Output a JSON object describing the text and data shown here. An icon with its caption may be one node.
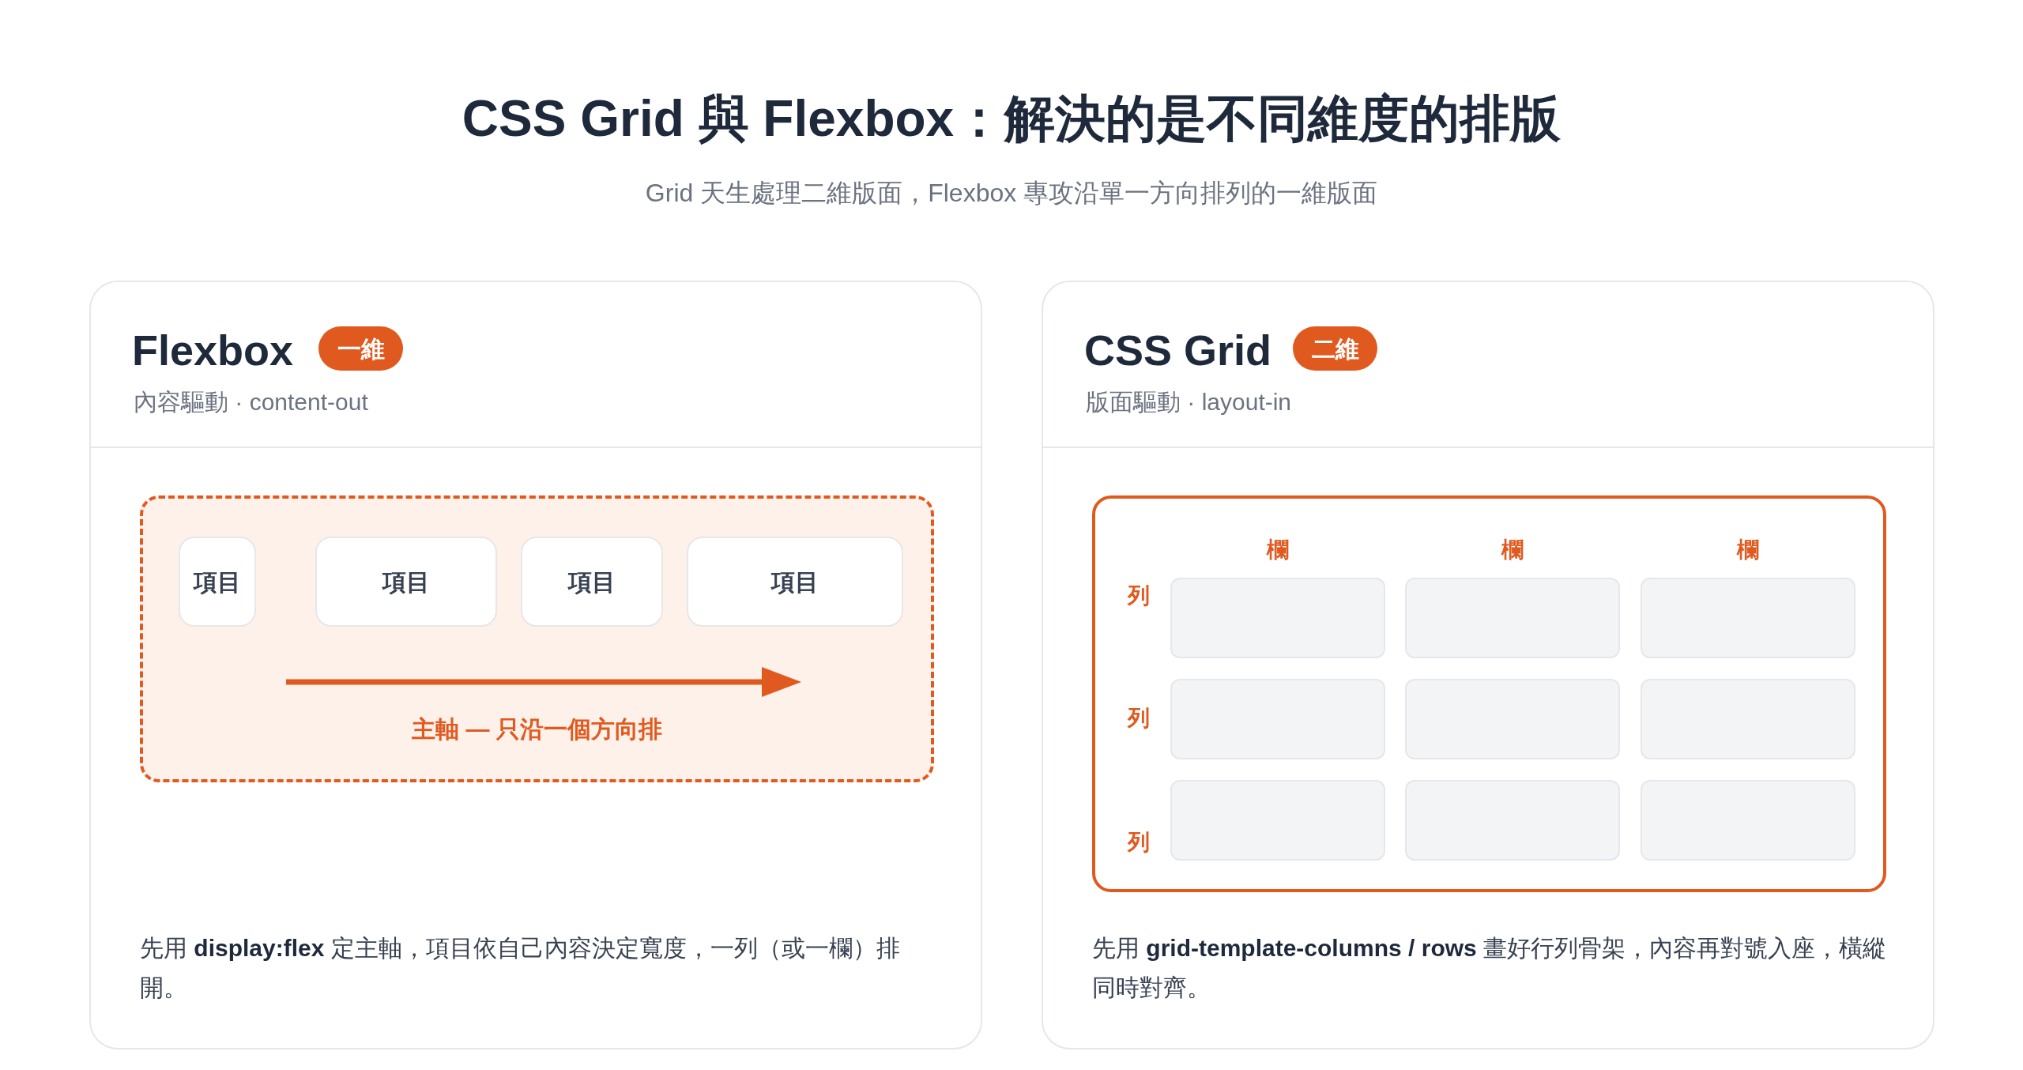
{
  "diagram": {
    "title": "CSS Grid 與 Flexbox：解決的是不同維度的排版",
    "caption": "Grid 天生處理二維版面，Flexbox 專攻沿單一方向排列的一維版面",
    "nodes": [
      {
        "text": [
          "Flexbox",
          "內容驅動 · content-out",
          "先用 **display:flex** 定主軸，項目依自己內容決定寬度，一列（或一欄）排開。"
        ]
      },
      {
        "text": [
          "一維"
        ],
        "in": 0
      },
      {
        "text": [
          "主軸 — 只沿一個方向排"
        ],
        "in": 0
      },
      {
        "text": [
          "項目"
        ],
        "in": 2
      },
      {
        "text": [
          "項目"
        ],
        "in": 2
      },
      {
        "text": [
          "項目"
        ],
        "in": 2
      },
      {
        "text": [
          "項目"
        ],
        "in": 2
      },
      {
        "text": [
          "CSS Grid",
          "版面驅動 · layout-in",
          "先用 **grid-template-columns / rows** 畫好行列骨架，內容再對號入座，橫縱同時對齊。"
        ]
      },
      {
        "text": [
          "二維"
        ],
        "in": 7
      },
      {
        "text": [
          "欄",
          "欄",
          "欄",
          "列",
          "列",
          "列"
        ],
        "in": 7
      },
      {
        "text": [],
        "shape": "box",
        "in": 9
      },
      {
        "text": [],
        "shape": "box",
        "in": 9
      },
      {
        "text": [],
        "shape": "box",
        "in": 9
      },
      {
        "text": [],
        "shape": "box",
        "in": 9
      },
      {
        "text": [],
        "shape": "box",
        "in": 9
      },
      {
        "text": [],
        "shape": "box",
        "in": 9
      },
      {
        "text": [],
        "shape": "box",
        "in": 9
      },
      {
        "text": [],
        "shape": "box",
        "in": 9
      },
      {
        "text": [],
        "shape": "box",
        "in": 9
      }
    ]
  }
}
